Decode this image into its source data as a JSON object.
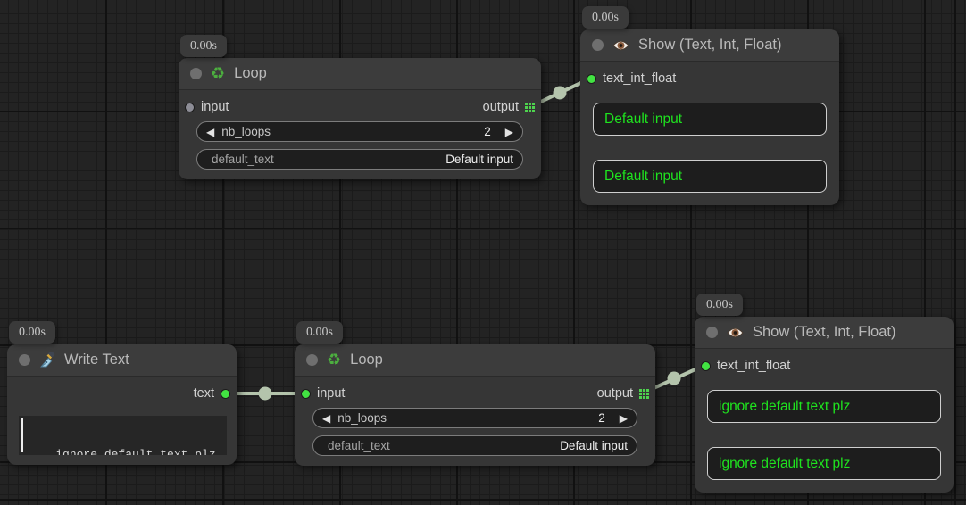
{
  "colors": {
    "canvas_bg": "#232323",
    "node_bg": "#363636",
    "wire": "#b4c4ac",
    "port_connected": "#42e342",
    "port_unconnected": "#8d8d96",
    "display_text_green": "#1fe31f",
    "grid_icon_green": "#4ed34e"
  },
  "icons": {
    "recycle": "♻",
    "arrow_left": "◀",
    "arrow_right": "▶"
  },
  "nodes": {
    "loop_top": {
      "badge": "0.00s",
      "title": "Loop",
      "input_label": "input",
      "output_label": "output",
      "widgets": {
        "nb_loops": {
          "label": "nb_loops",
          "value": "2"
        },
        "default_text": {
          "label": "default_text",
          "value": "Default input"
        }
      }
    },
    "show_top": {
      "badge": "0.00s",
      "title": "Show (Text, Int, Float)",
      "input_label": "text_int_float",
      "display_1": "Default input",
      "display_2": "Default input"
    },
    "write_text": {
      "badge": "0.00s",
      "title": "Write Text",
      "output_label": "text",
      "textarea_value": "ignore default text plz"
    },
    "loop_bottom": {
      "badge": "0.00s",
      "title": "Loop",
      "input_label": "input",
      "output_label": "output",
      "widgets": {
        "nb_loops": {
          "label": "nb_loops",
          "value": "2"
        },
        "default_text": {
          "label": "default_text",
          "value": "Default input"
        }
      }
    },
    "show_bottom": {
      "badge": "0.00s",
      "title": "Show (Text, Int, Float)",
      "input_label": "text_int_float",
      "display_1": "ignore default text plz",
      "display_2": "ignore default text plz"
    }
  },
  "links": [
    {
      "from": "loop_top.output",
      "to": "show_top.text_int_float"
    },
    {
      "from": "write_text.text",
      "to": "loop_bottom.input"
    },
    {
      "from": "loop_bottom.output",
      "to": "show_bottom.text_int_float"
    }
  ]
}
